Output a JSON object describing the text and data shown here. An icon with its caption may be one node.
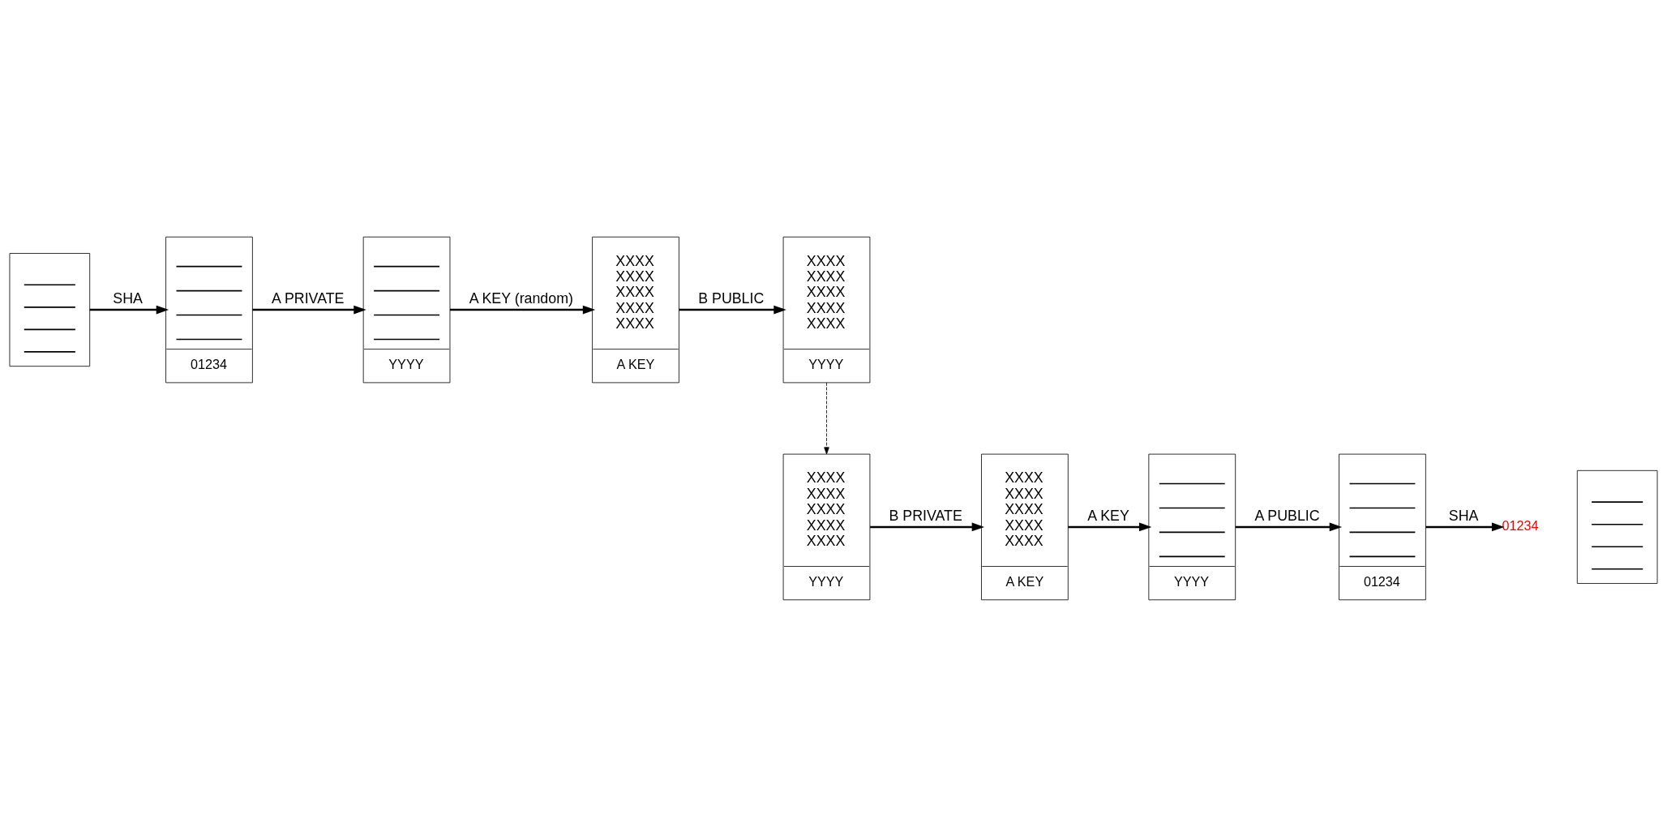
{
  "diagram": {
    "nodes": [
      {
        "text": [],
        "shape": "box"
      },
      {
        "text": [
          "01234"
        ]
      },
      {
        "text": [
          "YYYY"
        ]
      },
      {
        "text": [
          "XXXX XXXX XXXX XXXX XXXX",
          "A KEY"
        ]
      },
      {
        "text": [
          "XXXX XXXX XXXX XXXX XXXX",
          "YYYY"
        ]
      },
      {
        "text": [
          "XXXX XXXX XXXX XXXX XXXX",
          "YYYY"
        ]
      },
      {
        "text": [
          "XXXX XXXX XXXX XXXX XXXX",
          "A KEY"
        ]
      },
      {
        "text": [
          "YYYY"
        ]
      },
      {
        "text": [
          "01234"
        ]
      },
      {
        "text": [],
        "shape": "box"
      },
      {
        "text": [
          "01234"
        ]
      }
    ],
    "edges": [
      {
        "from": 0,
        "to": 1,
        "arrow": "to",
        "label": "SHA"
      },
      {
        "from": 1,
        "to": 2,
        "arrow": "to",
        "label": "A PRIVATE"
      },
      {
        "from": 2,
        "to": 3,
        "arrow": "to",
        "label": "A KEY (random)"
      },
      {
        "from": 3,
        "to": 4,
        "arrow": "to",
        "label": "B PUBLIC"
      },
      {
        "from": 4,
        "to": 5,
        "arrow": "to",
        "style": "dashed"
      },
      {
        "from": 5,
        "to": 6,
        "arrow": "to",
        "label": "B PRIVATE"
      },
      {
        "from": 6,
        "to": 7,
        "arrow": "to",
        "label": "A KEY"
      },
      {
        "from": 7,
        "to": 8,
        "arrow": "to",
        "label": "A PUBLIC"
      },
      {
        "from": 8,
        "to": 10,
        "arrow": "to",
        "label": "SHA"
      }
    ]
  }
}
